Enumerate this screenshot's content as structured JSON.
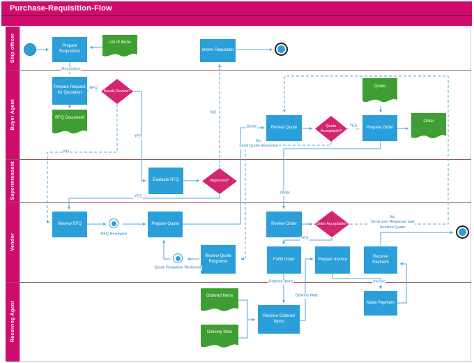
{
  "title": "Purchase-Requisition-Flow",
  "lanes": [
    {
      "label": "Ship officer"
    },
    {
      "label": "Buyer Agent"
    },
    {
      "label": "Superintendent"
    },
    {
      "label": "Vendor"
    },
    {
      "label": "Receiving Agent"
    }
  ],
  "nodes": {
    "prepare_requisition": "Prepare Requisition",
    "list_of_items": "List of Items",
    "inform_requester": "Inform Requester",
    "prepare_request_for_quotation": "Prepare Request for Quotation",
    "needs_review": "Needs Review?",
    "rfq_document": "RFQ Document",
    "review_quote": "Review Quote",
    "quote_acceptable": "Quote Acceptable?",
    "quote_doc": "Quote",
    "prepare_order": "Prepare Order",
    "order_doc": "Order",
    "evaluate_rfq": "Evaluate RFQ",
    "approved": "Approved?",
    "review_rfq": "Review RFQ",
    "prepare_quote": "Prepare Quote",
    "review_quote_response": "Review Quote Response",
    "review_order": "Review Order",
    "order_acceptable": "Order Acceptable?",
    "fulfill_order": "Fulfill Order",
    "prepare_invoice": "Prepare Invoice",
    "receive_payment": "Receive Payment",
    "ordered_items_doc": "Ordered Items",
    "delivery_note_doc": "Delivery Note",
    "receive_ordered_items": "Receive Ordered Items",
    "make_payment": "Make Payment"
  },
  "edge_labels": {
    "requisition": "Requisition",
    "rfq": "RFQ",
    "yes_needs_review": "YES",
    "no_needs_review": "NO",
    "quote": "Quote",
    "yes_quote_acceptable": "YES",
    "no_send_quote_1": "No,",
    "no_send_quote_2": "Send Quote Response",
    "order": "Order",
    "no_approved": "NO",
    "yes_approved": "YES",
    "rfq_reviewed": "RFQ Reviewed",
    "quote_response_reviewed": "Quote Response Reviewed",
    "yes_order_acceptable": "YES",
    "no_send_over_1": "No,",
    "no_send_over_2": "Send over Response and",
    "no_send_over_3": "Revised Quote",
    "ordered_items": "Ordered Items",
    "delivery_note": "Delivery Note",
    "invoice": "Invoice"
  },
  "colors": {
    "header_magenta": "#CE0C6C",
    "decision_magenta": "#D4256F",
    "task_blue": "#2B9FD9",
    "document_green": "#3E9E33",
    "connector_blue": "#55A6DA",
    "lane_line_maroon": "#8E5B55",
    "edge_label_blue": "#2E7FB5"
  }
}
